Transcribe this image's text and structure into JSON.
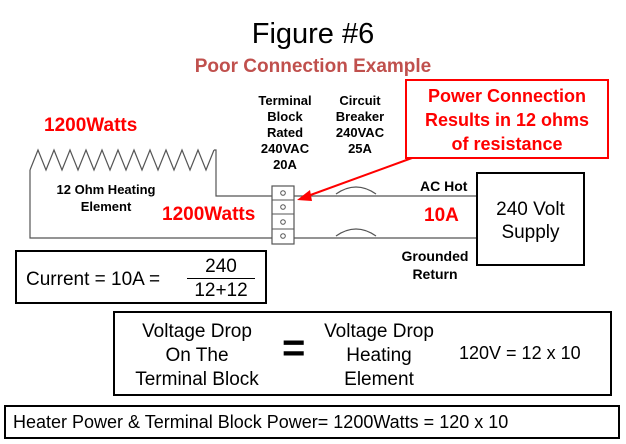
{
  "title": "Figure #6",
  "subtitle": "Poor Connection Example",
  "heater": {
    "power": "1200Watts",
    "label_line1": "12 Ohm  Heating",
    "label_line2": "Element"
  },
  "terminal_block": {
    "line1": "Terminal",
    "line2": "Block",
    "line3": "Rated",
    "line4": "240VAC",
    "line5": "20A",
    "power": "1200Watts"
  },
  "breaker": {
    "line1": "Circuit",
    "line2": "Breaker",
    "line3": "240VAC",
    "line4": "25A"
  },
  "callout": {
    "line1": "Power Connection",
    "line2": "Results in 12 ohms",
    "line3": "of resistance"
  },
  "supply": {
    "ac_hot": "AC Hot",
    "current": "10A",
    "line1": "240 Volt",
    "line2": "Supply",
    "return_line1": "Grounded",
    "return_line2": "Return"
  },
  "current_eq": {
    "lhs": "Current = 10A =",
    "numerator": "240",
    "denominator": "12+12"
  },
  "voltage_eq": {
    "left1": "Voltage Drop",
    "left2": "On The",
    "left3": "Terminal Block",
    "equals": "=",
    "right1": "Voltage Drop",
    "right2": "Heating",
    "right3": "Element",
    "result": "120V = 12 x 10"
  },
  "power_eq": "Heater Power & Terminal Block Power= 1200Watts = 120 x 10"
}
